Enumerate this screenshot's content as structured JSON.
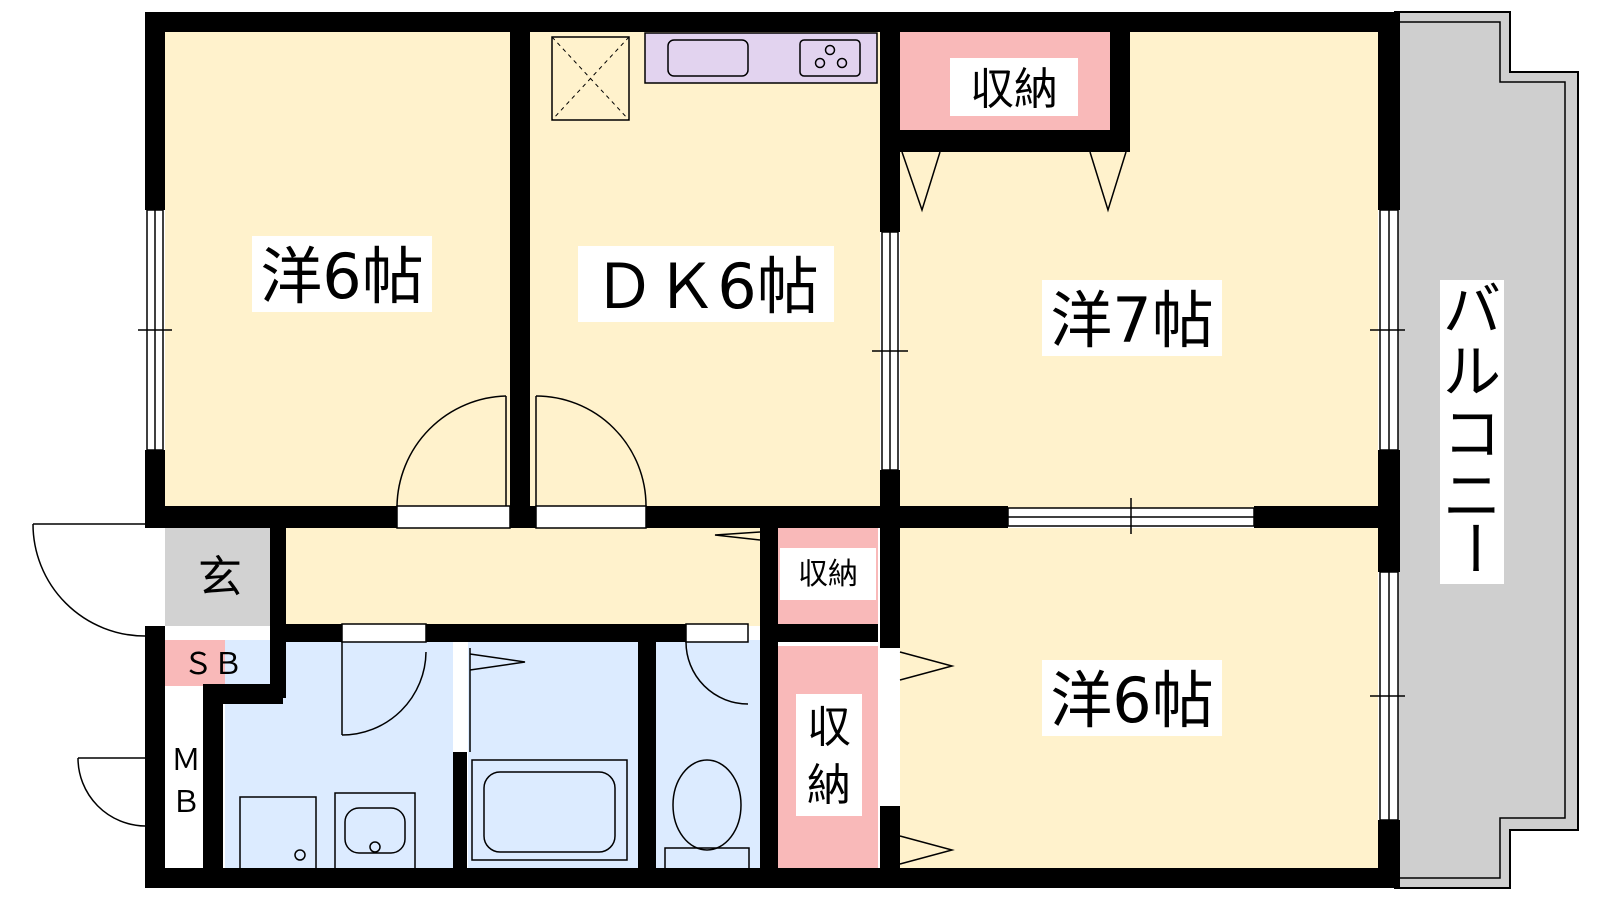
{
  "rooms": {
    "western_6_top": "洋6帖",
    "dk": "ＤＫ6帖",
    "western_7": "洋7帖",
    "western_6_bottom": "洋6帖",
    "entrance": "玄",
    "shoe_box": "ＳＢ",
    "meter_box": [
      "Ｍ",
      "Ｂ"
    ]
  },
  "storage": {
    "top": "収納",
    "middle": "収納",
    "side": [
      "収",
      "納"
    ]
  },
  "balcony": [
    "バ",
    "ル",
    "コ",
    "ニ",
    "ー"
  ],
  "colors": {
    "room_fill": "#fff2cc",
    "storage_fill": "#f9b9b9",
    "wet_area_fill": "#dcebff",
    "kitchen_fill": "#e2d3ef",
    "entrance_fill": "#d2d2d2",
    "balcony_fill": "#cfcfcf",
    "wall": "#000000"
  }
}
